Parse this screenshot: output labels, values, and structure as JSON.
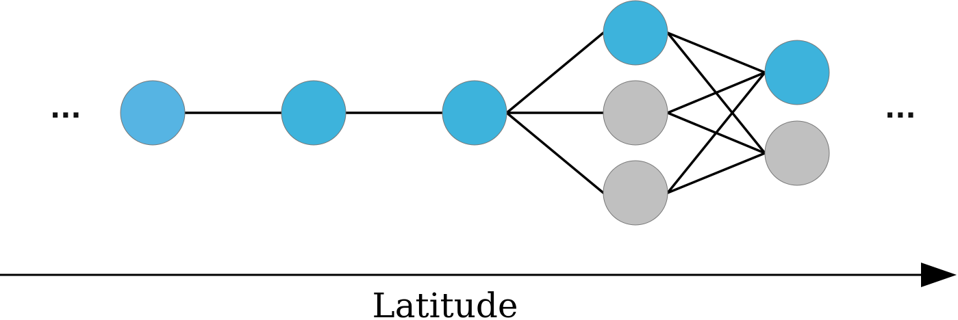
{
  "axis": {
    "label": "Latitude"
  },
  "ellipsis": {
    "left": "...",
    "right": "..."
  },
  "colors": {
    "light_blue": "#56b4e3",
    "blue": "#3db3dc",
    "gray": "#c0c0c0",
    "edge": "#000000"
  },
  "nodes": [
    {
      "id": "n1",
      "column": 1,
      "state": "light_blue"
    },
    {
      "id": "n2",
      "column": 2,
      "state": "blue"
    },
    {
      "id": "n3",
      "column": 3,
      "state": "blue"
    },
    {
      "id": "n4a",
      "column": 4,
      "state": "blue"
    },
    {
      "id": "n4b",
      "column": 4,
      "state": "gray"
    },
    {
      "id": "n4c",
      "column": 4,
      "state": "gray"
    },
    {
      "id": "n5a",
      "column": 5,
      "state": "blue"
    },
    {
      "id": "n5b",
      "column": 5,
      "state": "gray"
    }
  ],
  "edges": [
    [
      "n1",
      "n2"
    ],
    [
      "n2",
      "n3"
    ],
    [
      "n3",
      "n4a"
    ],
    [
      "n3",
      "n4b"
    ],
    [
      "n3",
      "n4c"
    ],
    [
      "n4a",
      "n5a"
    ],
    [
      "n4a",
      "n5b"
    ],
    [
      "n4b",
      "n5a"
    ],
    [
      "n4b",
      "n5b"
    ],
    [
      "n4c",
      "n5a"
    ],
    [
      "n4c",
      "n5b"
    ]
  ]
}
